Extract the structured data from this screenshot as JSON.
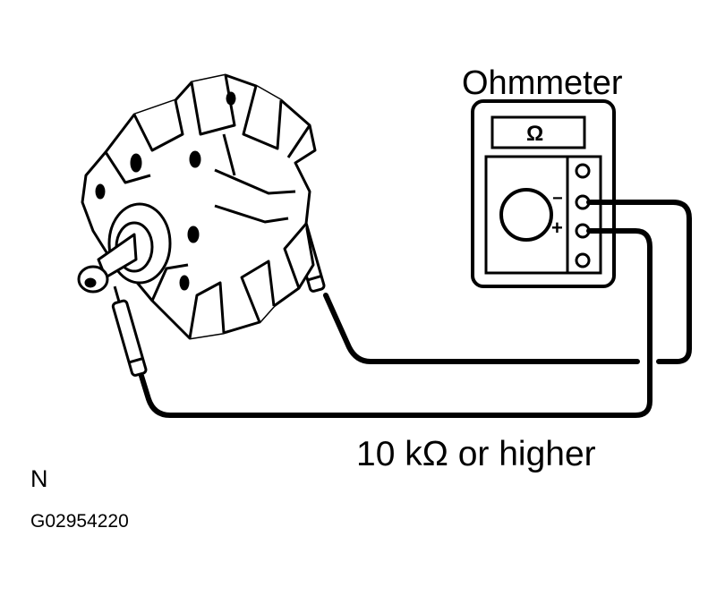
{
  "diagram": {
    "meter_title": "Ohmmeter",
    "meter_display": "Ω",
    "terminal_minus": "−",
    "terminal_plus": "+",
    "reading": "10 kΩ or higher",
    "letter": "N",
    "figure_code": "G02954220"
  }
}
